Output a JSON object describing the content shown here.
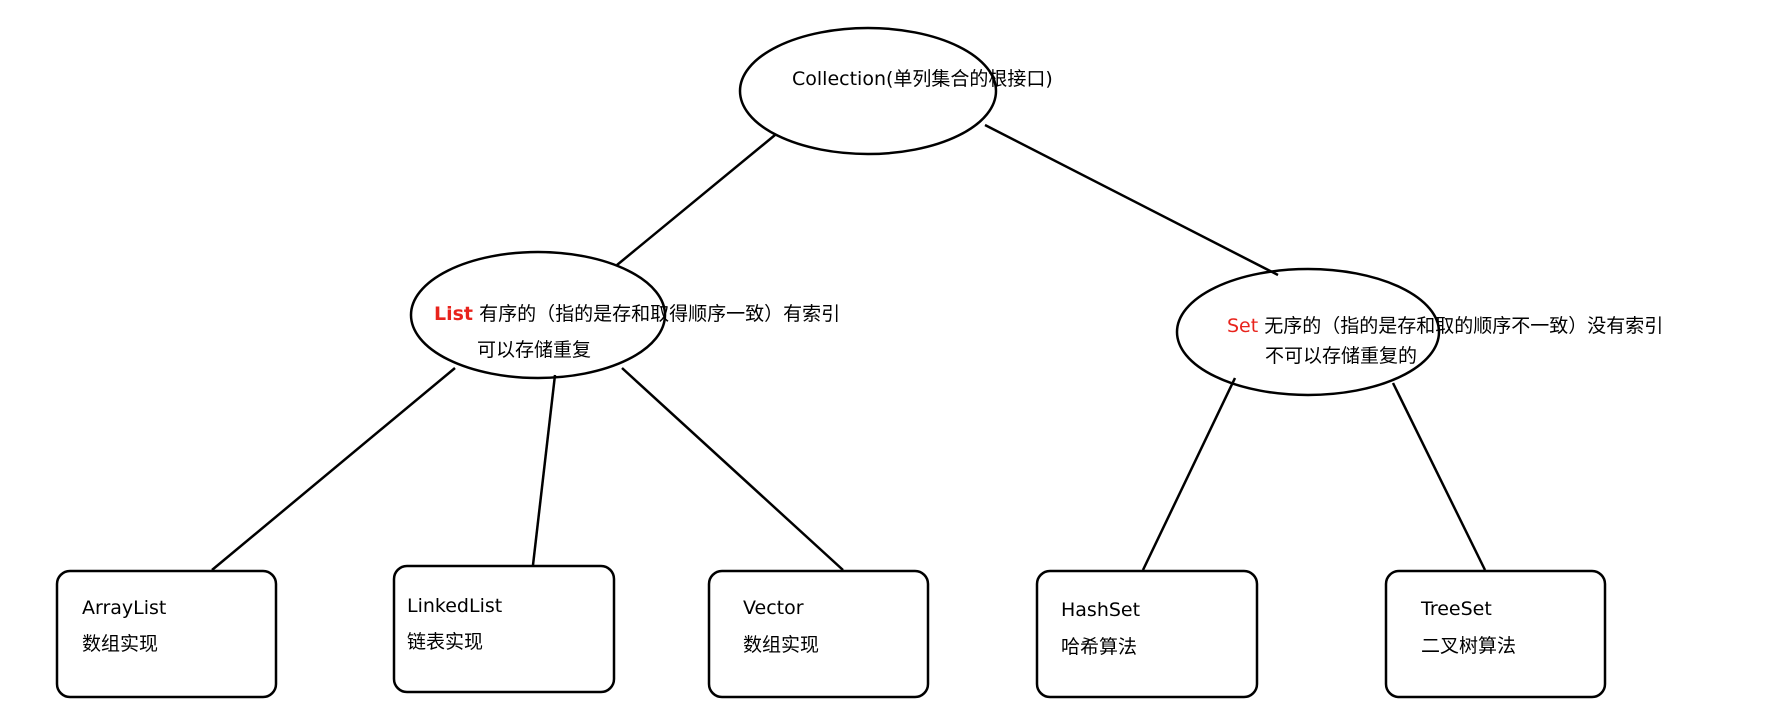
{
  "root": {
    "text": "Collection(单列集合的根接口)"
  },
  "list": {
    "tag": "List",
    "line1": "有序的（指的是存和取得顺序一致）有索引",
    "line2": "可以存储重复"
  },
  "set": {
    "tag": "Set",
    "line1": "无序的（指的是存和取的顺序不一致）没有索引",
    "line2": "不可以存储重复的"
  },
  "leaves": [
    {
      "name": "ArrayList",
      "desc": "数组实现"
    },
    {
      "name": "LinkedList",
      "desc": "链表实现"
    },
    {
      "name": "Vector",
      "desc": "数组实现"
    },
    {
      "name": "HashSet",
      "desc": "哈希算法"
    },
    {
      "name": "TreeSet",
      "desc": "二叉树算法"
    }
  ]
}
